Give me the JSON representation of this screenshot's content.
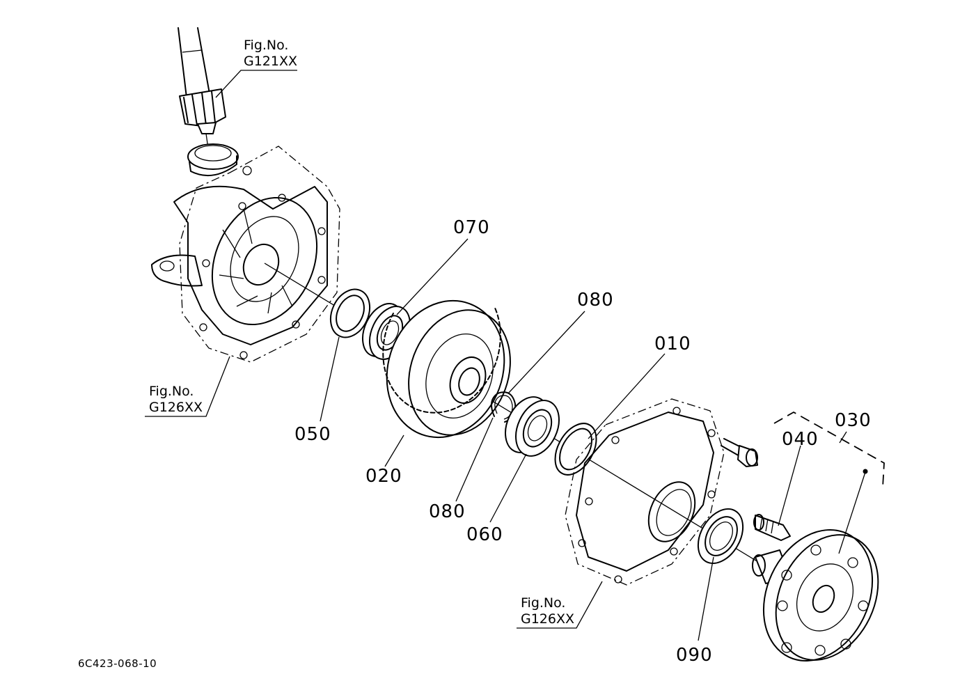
{
  "parts": [
    {
      "id": "p010",
      "label": "010"
    },
    {
      "id": "p020",
      "label": "020"
    },
    {
      "id": "p030",
      "label": "030"
    },
    {
      "id": "p040",
      "label": "040"
    },
    {
      "id": "p050",
      "label": "050"
    },
    {
      "id": "p060",
      "label": "060"
    },
    {
      "id": "p070",
      "label": "070"
    },
    {
      "id": "p080a",
      "label": "080"
    },
    {
      "id": "p080b",
      "label": "080"
    },
    {
      "id": "p090",
      "label": "090"
    }
  ],
  "figure_refs": [
    {
      "id": "ref1",
      "line1": "Fig.No.",
      "line2": "G121XX"
    },
    {
      "id": "ref2",
      "line1": "Fig.No.",
      "line2": "G126XX"
    },
    {
      "id": "ref3",
      "line1": "Fig.No.",
      "line2": "G126XX"
    }
  ],
  "document_id": "6C423-068-10"
}
